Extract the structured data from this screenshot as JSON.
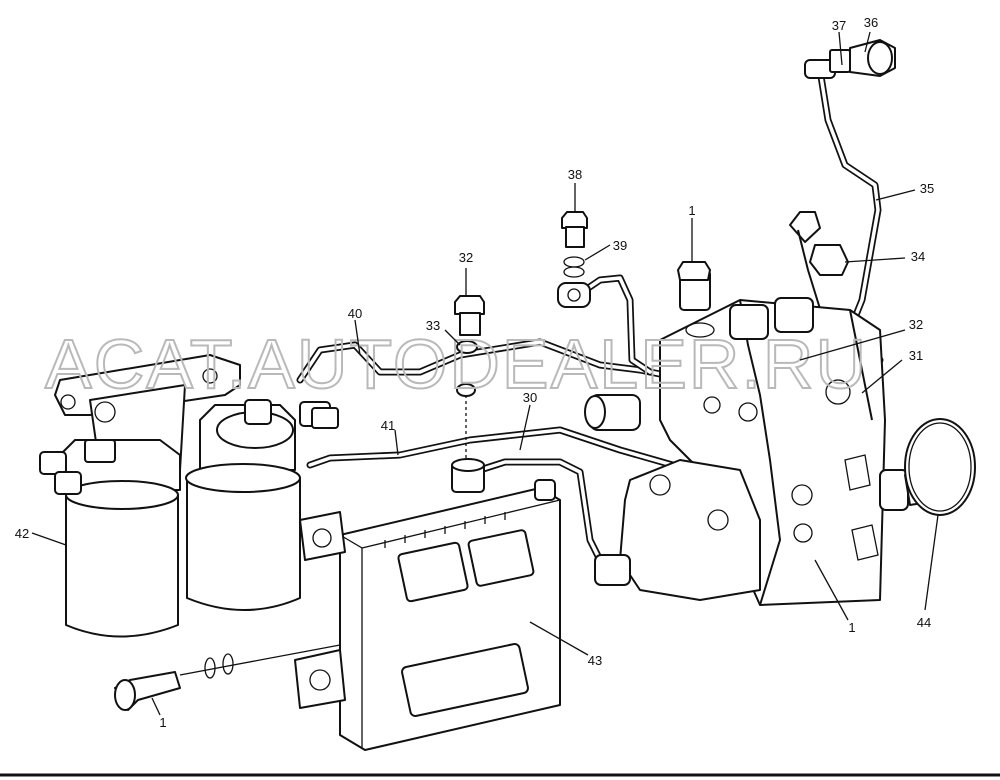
{
  "watermark": "ACAT.AUTODEALER.RU",
  "callouts": [
    {
      "id": "c37",
      "label": "37"
    },
    {
      "id": "c36",
      "label": "36"
    },
    {
      "id": "c35",
      "label": "35"
    },
    {
      "id": "c38",
      "label": "38"
    },
    {
      "id": "c1a",
      "label": "1"
    },
    {
      "id": "c39",
      "label": "39"
    },
    {
      "id": "c34",
      "label": "34"
    },
    {
      "id": "c32a",
      "label": "32"
    },
    {
      "id": "c40",
      "label": "40"
    },
    {
      "id": "c33",
      "label": "33"
    },
    {
      "id": "c32b",
      "label": "32"
    },
    {
      "id": "c31",
      "label": "31"
    },
    {
      "id": "c30",
      "label": "30"
    },
    {
      "id": "c41",
      "label": "41"
    },
    {
      "id": "c42",
      "label": "42"
    },
    {
      "id": "c44",
      "label": "44"
    },
    {
      "id": "c1b",
      "label": "1"
    },
    {
      "id": "c43",
      "label": "43"
    },
    {
      "id": "c1c",
      "label": "1"
    }
  ]
}
